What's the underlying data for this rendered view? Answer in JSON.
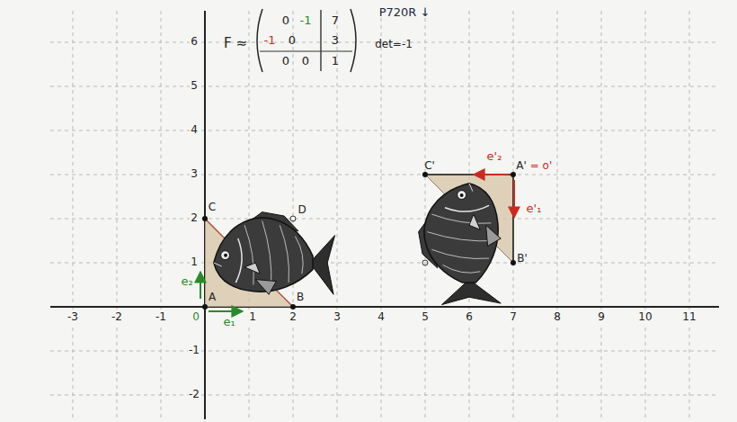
{
  "diagram": {
    "labels": [
      "F ≈",
      "0",
      "-1",
      "7",
      "-1",
      "0",
      "3",
      "0",
      "0",
      "1",
      "det=-1",
      "P720R ↓",
      "C",
      "D",
      "A",
      "B",
      "e₂",
      "e₁",
      "0",
      "-3",
      "-2",
      "-1",
      "1",
      "2",
      "3",
      "4",
      "5",
      "6",
      "7",
      "8",
      "9",
      "10",
      "11",
      "6",
      "5",
      "4",
      "3",
      "2",
      "1",
      "-1",
      "-2",
      "C'",
      "A'",
      "= o'",
      "e'₂",
      "e'₁",
      "B'"
    ]
  }
}
